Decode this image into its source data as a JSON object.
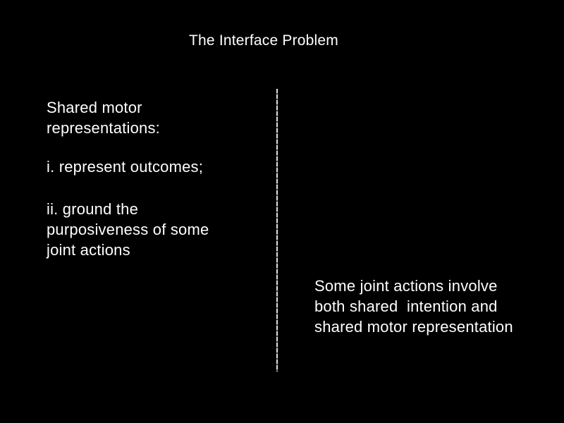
{
  "slide": {
    "title": "The Interface Problem",
    "colors": {
      "background": "#000000",
      "text": "#ffffff",
      "divider_light": "#e2e2de",
      "divider_tick": "#46585e"
    }
  },
  "left_block": {
    "lines": [
      "Shared motor",
      "representations:",
      "i. represent outcomes;",
      "ii. ground the",
      "purposiveness of some",
      "joint actions"
    ]
  },
  "right_block": {
    "lines": [
      "Some joint actions involve",
      "both shared  intention and",
      "shared motor representation"
    ]
  }
}
